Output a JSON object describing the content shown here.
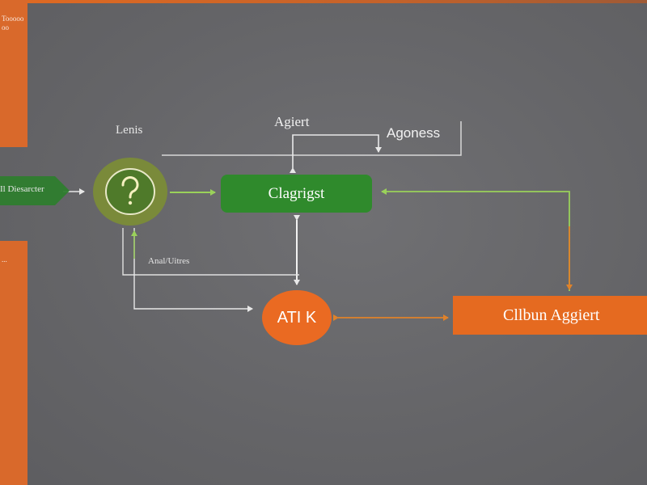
{
  "side_tabs": {
    "top_text": "Tooooooo",
    "bottom_text": "..."
  },
  "labels": {
    "lenis": "Lenis",
    "agiert": "Agiert",
    "agoness": "Agoness",
    "input": "Il Diesarcter",
    "annotation": "Anal/Uitres"
  },
  "nodes": {
    "center": "Clagrigst",
    "circle": "ATI K",
    "right": "Cllbun Aggiert",
    "start_icon": "question-mark"
  },
  "colors": {
    "background": "#666669",
    "orange": "#e56a20",
    "green": "#2f8a2c",
    "start_ring": "#7a8a3a",
    "wire_light": "#e8e8e8",
    "wire_green": "#9ad15a",
    "wire_orange": "#e0822a"
  }
}
